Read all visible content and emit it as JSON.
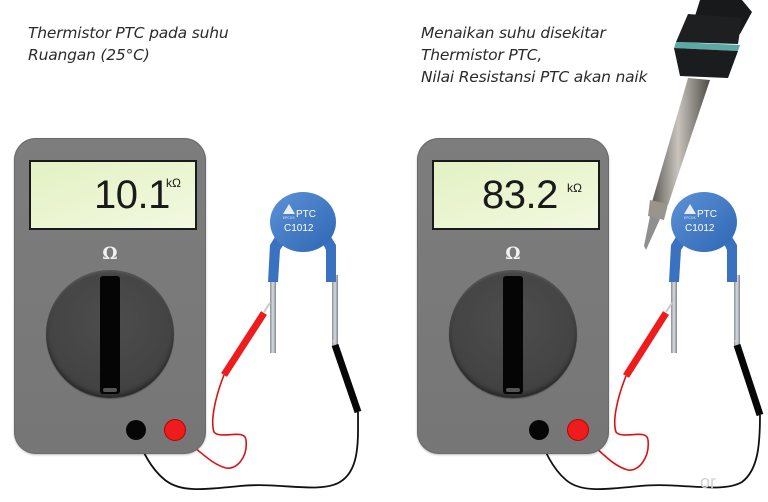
{
  "left_panel": {
    "caption": [
      "Thermistor PTC pada suhu",
      "Ruangan (25°C)"
    ],
    "meter": {
      "reading": "10.1",
      "unit": "kΩ",
      "mode_label": "Ω"
    },
    "thermistor": {
      "type_label": "PTC",
      "part_number": "C1012",
      "brand_logo": "epcos-logo"
    }
  },
  "right_panel": {
    "caption": [
      "Menaikan suhu disekitar",
      "Thermistor PTC,",
      "Nilai Resistansi PTC akan naik"
    ],
    "meter": {
      "reading": "83.2",
      "unit": "kΩ",
      "mode_label": "Ω"
    },
    "thermistor": {
      "type_label": "PTC",
      "part_number": "C1012",
      "brand_logo": "epcos-logo"
    },
    "heat_source": "soldering-iron"
  },
  "colors": {
    "meter_body": "#777777",
    "display_bg": "#e8f4cc",
    "knob": "#454545",
    "thermistor_blue": "#3f78c4",
    "probe_red": "#ee1c1c",
    "probe_black": "#060606"
  },
  "watermark": "or"
}
